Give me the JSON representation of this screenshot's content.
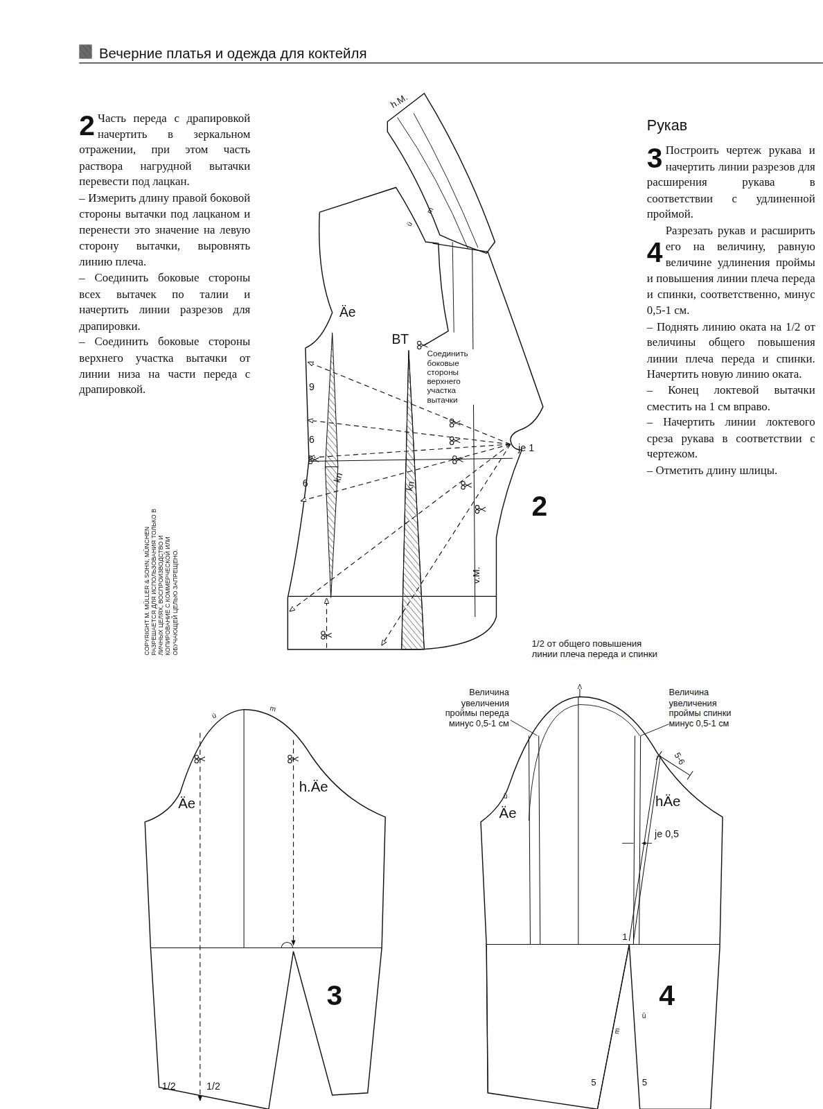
{
  "diagram": {
    "title": "Вечерние платья и одежда для коктейля",
    "labels": [
      "2",
      "Часть переда с драпировкой начертить в зеркальном отражении, при этом часть раствора нагрудной вытачки перевести под лацкан.",
      "– Измерить длину правой боковой стороны вытачки под лацканом и перенести это значение на левую сторону вытачки, выровнять линию плеча.",
      "– Соединить боковые стороны всех вытачек по талии и начертить линии разрезов для драпировки.",
      "– Соединить боковые стороны верхнего участка вытачки от линии низа на части переда с драпировкой.",
      "Рукав",
      "3",
      "Построить чертеж рукава и начертить линии разрезов для расширения рукава в соответствии с удлиненной проймой.",
      "4",
      "Разрезать рукав и расширить его на величину, равную величине удлинения проймы и повышения линии плеча переда и спинки, соответственно, минус 0,5-1 см.",
      "– Поднять линию оката на 1/2 от величины общего повышения линии плеча переда и спинки. Начертить новую линию оката.",
      "– Конец локтевой вытачки сместить на 1 см вправо.",
      "– Начертить линии локтевого среза рукава в соответствии с чертежом.",
      "– Отметить длину шлицы.",
      "COPYRIGHT M. MÜLLER & SOHN, MÜNCHEN РАЗРЕШАЕТСЯ ДЛЯ ИСПОЛЬЗОВАНИЯ ТОЛЬКО В ЛИЧНЫХ ЦЕЛЯХ, ВОСПРОИЗВОДСТВО И КОПИРОВАНИЕ С КОММЕРЧЕСКОЙ ИЛИ ОБУЧАЮЩЕЙ ЦЕЛЬЮ ЗАПРЕЩЕНО.",
      "h.M.",
      "ü",
      "m",
      "Äe",
      "BT",
      "Соединить боковые стороны верхнего участка вытачки",
      "9",
      "6",
      "6",
      "kn",
      "kn",
      "je 1",
      "v.M.",
      "2",
      "ü",
      "m",
      "Äe",
      "h.Äe",
      "1/2",
      "1/2",
      "3",
      "1/2 от общего повышения линии плеча переда и спинки",
      "Величина увеличения проймы переда минус 0,5-1 см",
      "Величина увеличения проймы спинки минус 0,5-1 см",
      "5-6",
      "hÄe",
      "Äe",
      "ü",
      "je 0,5",
      "1",
      "m",
      "ü",
      "5",
      "5",
      "4"
    ]
  }
}
